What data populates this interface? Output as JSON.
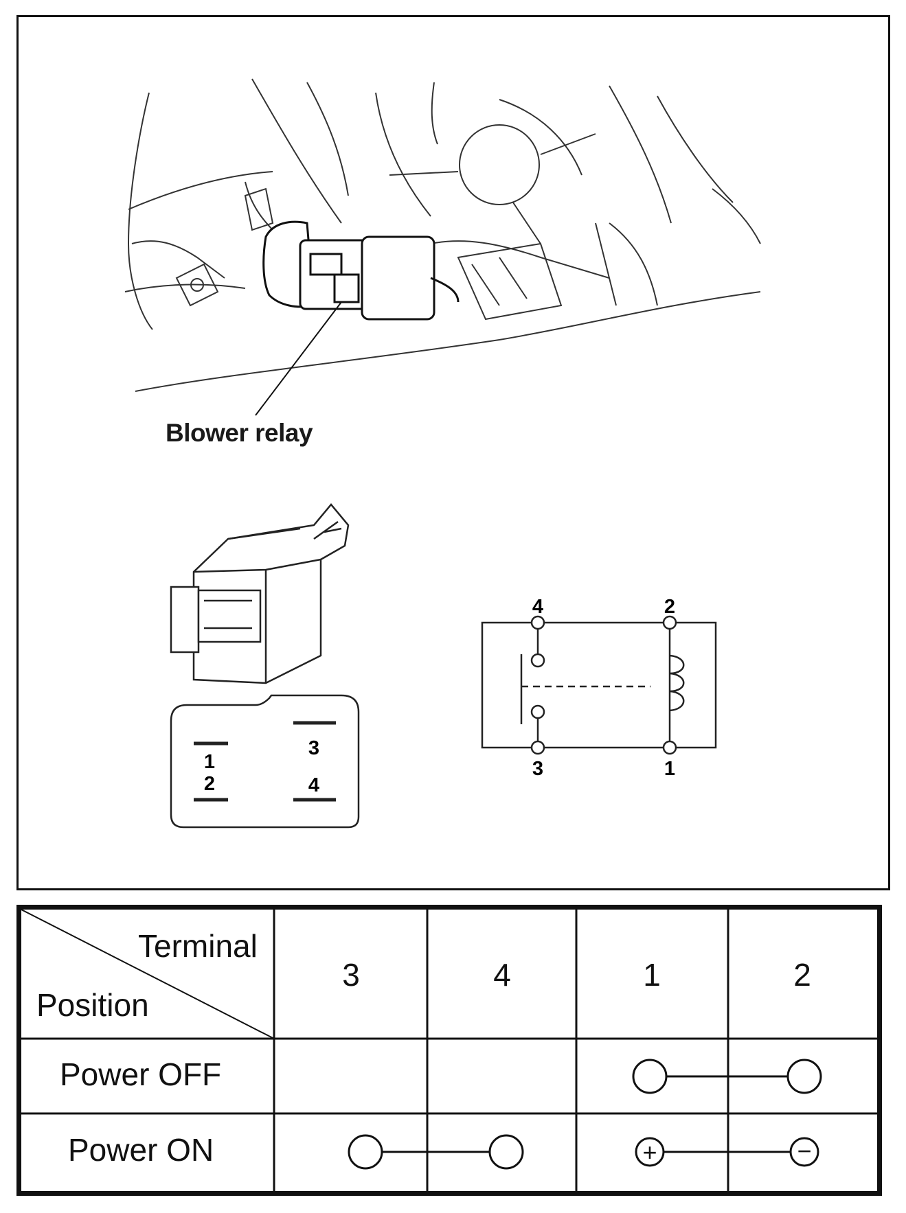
{
  "figure": {
    "callout_label": "Blower relay",
    "connector_terminals": [
      "1",
      "2",
      "3",
      "4"
    ],
    "schematic_terminals": {
      "top_left": "4",
      "top_right": "2",
      "bottom_left": "3",
      "bottom_right": "1"
    }
  },
  "table": {
    "corner_header": {
      "top": "Terminal",
      "bottom": "Position"
    },
    "columns": [
      "3",
      "4",
      "1",
      "2"
    ],
    "rows": [
      {
        "label": "Power OFF",
        "connections": [
          {
            "from": "1",
            "to": "2",
            "from_mark": "",
            "to_mark": ""
          }
        ]
      },
      {
        "label": "Power ON",
        "connections": [
          {
            "from": "3",
            "to": "4",
            "from_mark": "",
            "to_mark": ""
          },
          {
            "from": "1",
            "to": "2",
            "from_mark": "+",
            "to_mark": "−"
          }
        ]
      }
    ]
  }
}
